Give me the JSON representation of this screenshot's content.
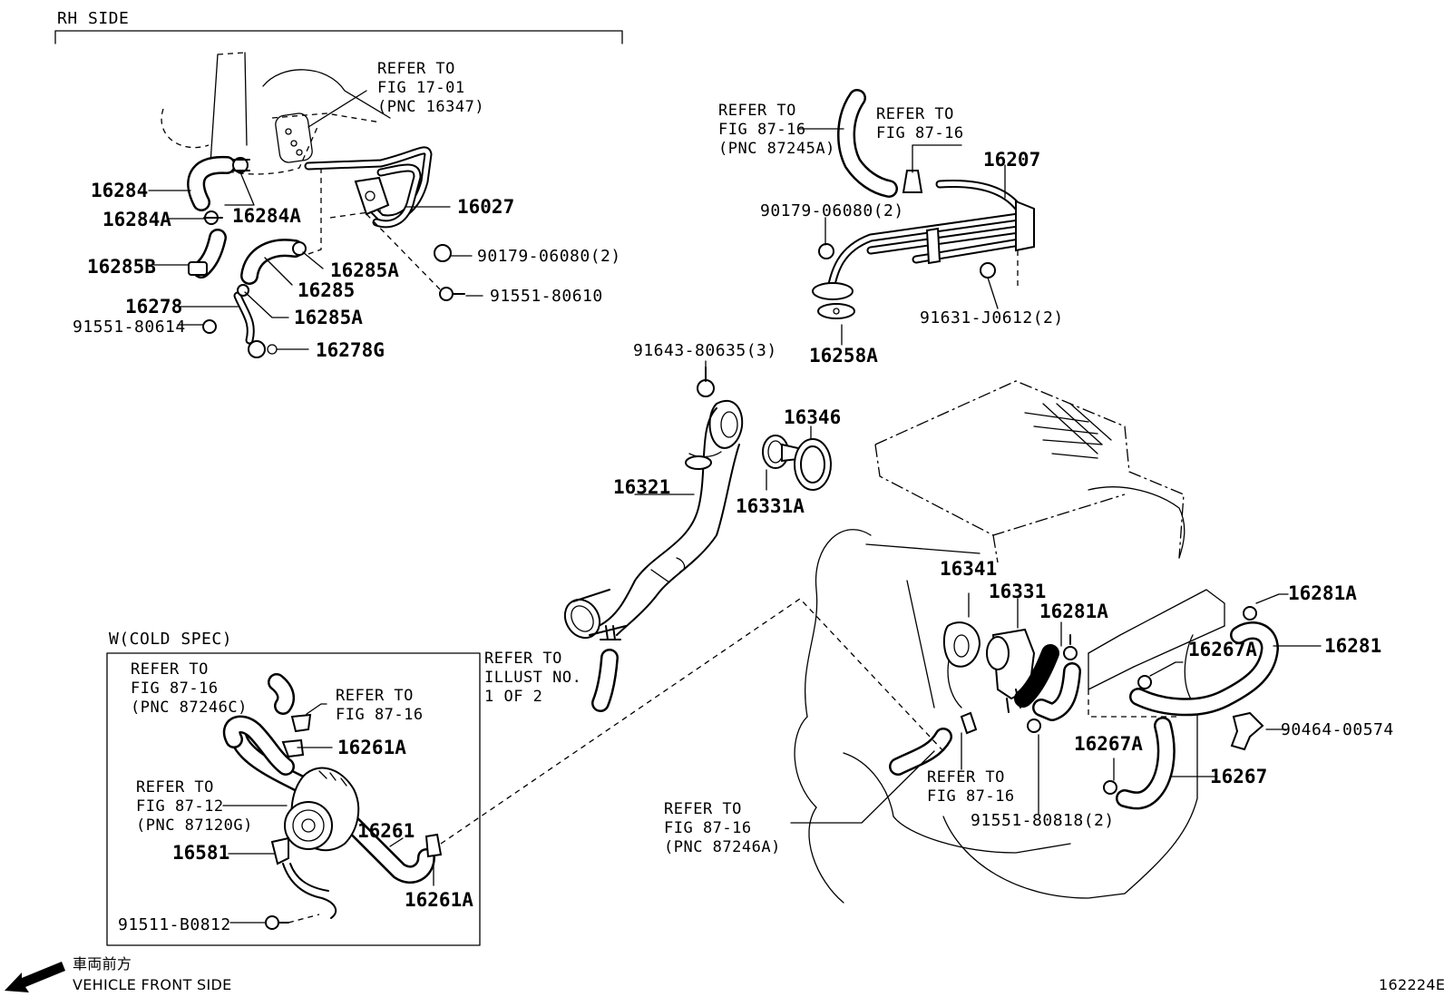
{
  "sections": {
    "rh_side": "RH SIDE",
    "cold_spec": "W(COLD SPEC)"
  },
  "refs": {
    "fig_17_01": [
      "REFER TO",
      "FIG 17-01",
      "(PNC 16347)"
    ],
    "fig_87_16_87245a": [
      "REFER TO",
      "FIG 87-16",
      "(PNC 87245A)"
    ],
    "fig_87_16_top": [
      "REFER TO",
      "FIG 87-16"
    ],
    "illust_no": [
      "REFER TO",
      "ILLUST NO.",
      "1 OF 2"
    ],
    "fig_87_16_87246c": [
      "REFER TO",
      "FIG 87-16",
      "(PNC 87246C)"
    ],
    "fig_87_16_clip": [
      "REFER TO",
      "FIG 87-16"
    ],
    "fig_87_12_87120g": [
      "REFER TO",
      "FIG 87-12",
      "(PNC 87120G)"
    ],
    "fig_87_16_engine": [
      "REFER TO",
      "FIG 87-16"
    ],
    "fig_87_16_87246a": [
      "REFER TO",
      "FIG 87-16",
      "(PNC 87246A)"
    ]
  },
  "parts": {
    "p16284": "16284",
    "p16284A_a": "16284A",
    "p16284A_b": "16284A",
    "p16027": "16027",
    "p90179_06080_a": "90179-06080(2)",
    "p16285B": "16285B",
    "p16285A_a": "16285A",
    "p16285": "16285",
    "p91551_80610": "91551-80610",
    "p16278": "16278",
    "p16285A_b": "16285A",
    "p91551_80614": "91551-80614",
    "p16278G": "16278G",
    "p16207": "16207",
    "p90179_06080_b": "90179-06080(2)",
    "p91631_J0612": "91631-J0612(2)",
    "p16258A": "16258A",
    "p91643_80635": "91643-80635(3)",
    "p16346": "16346",
    "p16321": "16321",
    "p16331A": "16331A",
    "p16341": "16341",
    "p16331": "16331",
    "p16281A_a": "16281A",
    "p16281A_b": "16281A",
    "p16281": "16281",
    "p16267A_a": "16267A",
    "p16267A_b": "16267A",
    "p90464_00574": "90464-00574",
    "p16267": "16267",
    "p91551_80818": "91551-80818(2)",
    "p16261A_a": "16261A",
    "p16261": "16261",
    "p16581": "16581",
    "p16261A_b": "16261A",
    "p91511_B0812": "91511-B0812"
  },
  "footer": {
    "direction_jp": "車両前方",
    "direction_en": "VEHICLE FRONT SIDE",
    "illustration_id": "162224E"
  }
}
